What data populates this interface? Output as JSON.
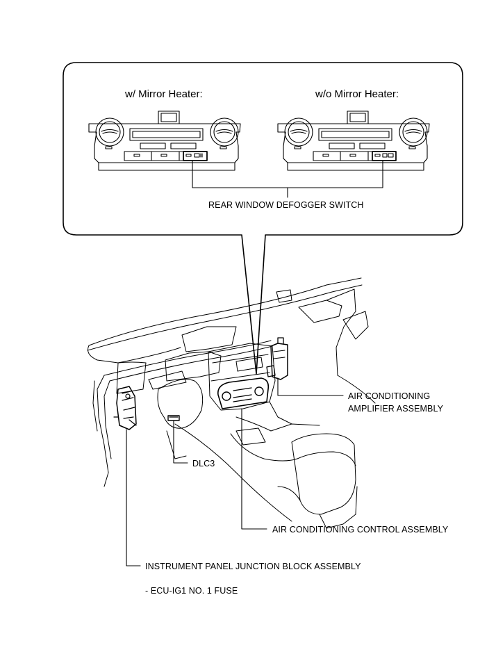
{
  "callout": {
    "with_mirror_heater": "w/ Mirror Heater:",
    "without_mirror_heater": "w/o Mirror Heater:",
    "rear_window_defogger_switch": "REAR WINDOW DEFOGGER SWITCH"
  },
  "labels": {
    "ac_amplifier_line1": "AIR CONDITIONING",
    "ac_amplifier_line2": "AMPLIFIER ASSEMBLY",
    "dlc3": "DLC3",
    "ac_control_assembly": "AIR CONDITIONING CONTROL ASSEMBLY",
    "instrument_panel_jb": "INSTRUMENT PANEL JUNCTION BLOCK ASSEMBLY",
    "ecu_ig1_fuse": "- ECU-IG1 NO. 1 FUSE"
  },
  "colors": {
    "line": "#000000",
    "background": "#ffffff",
    "panel_fill": "#ffffff"
  }
}
